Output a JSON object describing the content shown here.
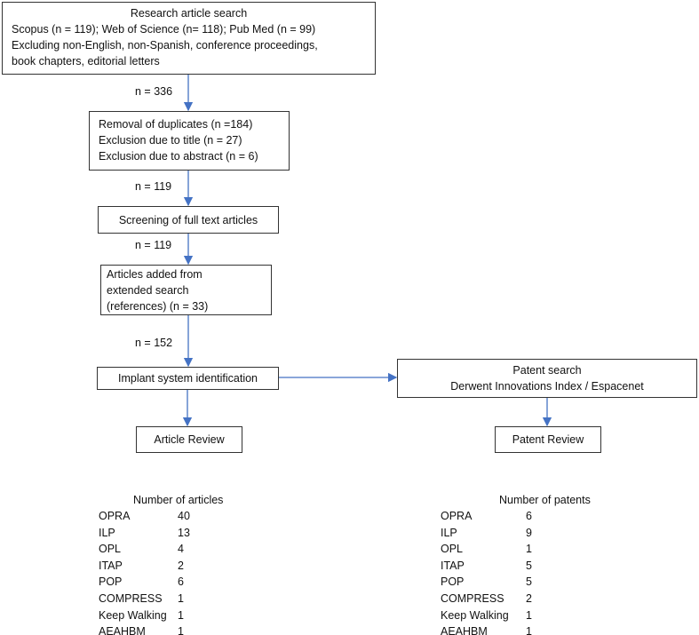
{
  "colors": {
    "arrow": "#4472c4",
    "border": "#333333"
  },
  "boxes": {
    "search": {
      "title": "Research article search",
      "lines": [
        "Scopus (n = 119); Web of Science (n= 118); Pub Med (n = 99)",
        "Excluding non-English, non-Spanish, conference proceedings,",
        "book chapters, editorial letters"
      ]
    },
    "removal": {
      "lines": [
        "Removal of duplicates (n =184)",
        "Exclusion due to title (n = 27)",
        "Exclusion due to abstract (n = 6)"
      ]
    },
    "screening": "Screening of full text articles",
    "added": {
      "lines": [
        "Articles added from",
        "extended search",
        "(references) (n = 33)"
      ]
    },
    "implant": "Implant system identification",
    "patent_search": {
      "title": "Patent search",
      "subtitle": "Derwent Innovations Index / Espacenet"
    },
    "article_review": "Article Review",
    "patent_review": "Patent Review"
  },
  "counts": [
    "n = 336",
    "n = 119",
    "n = 119",
    "n = 152"
  ],
  "articles": {
    "header": "Number of articles",
    "rows": [
      [
        "OPRA",
        "40"
      ],
      [
        "ILP",
        "13"
      ],
      [
        "OPL",
        "4"
      ],
      [
        "ITAP",
        "2"
      ],
      [
        "POP",
        "6"
      ],
      [
        "COMPRESS",
        "1"
      ],
      [
        "Keep Walking",
        "1"
      ],
      [
        "AEAHBM",
        "1"
      ]
    ]
  },
  "patents": {
    "header": "Number of patents",
    "rows": [
      [
        "OPRA",
        "6"
      ],
      [
        "ILP",
        "9"
      ],
      [
        "OPL",
        "1"
      ],
      [
        "ITAP",
        "5"
      ],
      [
        "POP",
        "5"
      ],
      [
        "COMPRESS",
        "2"
      ],
      [
        "Keep Walking",
        "1"
      ],
      [
        "AEAHBM",
        "1"
      ]
    ]
  }
}
